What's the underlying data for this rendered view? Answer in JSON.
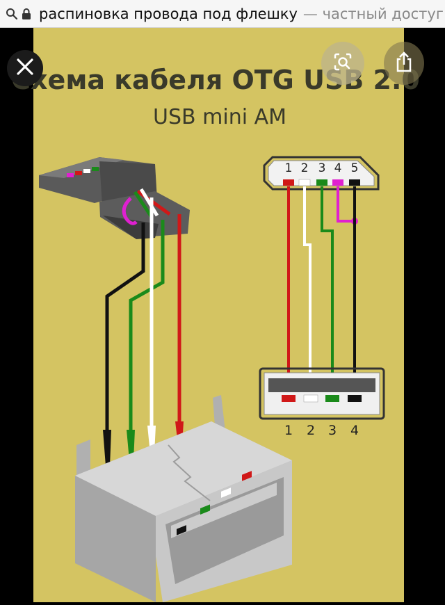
{
  "address_bar": {
    "search_icon": "search-icon",
    "lock_icon": "lock-icon",
    "title": "распиновка провода под флешку",
    "site": "— частный достуг"
  },
  "viewer": {
    "close_icon": "close-icon",
    "lens_icon": "visual-search-icon",
    "share_icon": "share-icon"
  },
  "diagram": {
    "title": "Схема кабеля OTG USB 2.0",
    "subtitle": "USB mini AM",
    "mini_pins": [
      "1",
      "2",
      "3",
      "4",
      "5"
    ],
    "usb_pins": [
      "1",
      "2",
      "3",
      "4"
    ],
    "wire_colors": {
      "red": "#d01818",
      "white": "#ffffff",
      "green": "#1a8a1a",
      "magenta": "#e020d0",
      "black": "#111111",
      "background": "#d4c462"
    }
  }
}
